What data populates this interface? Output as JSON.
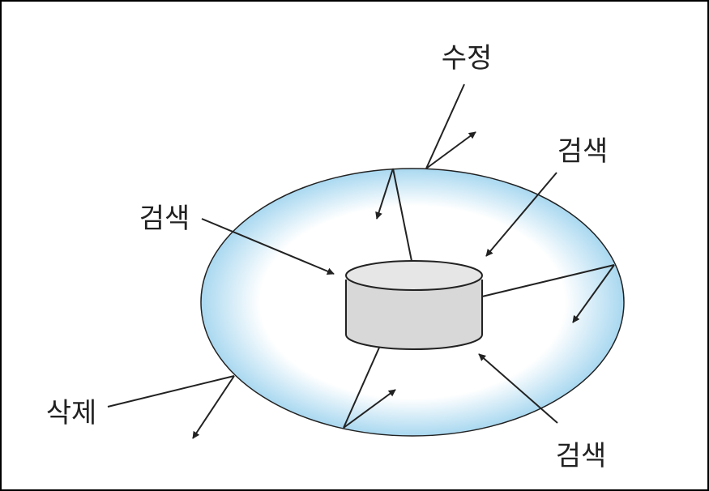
{
  "labels": {
    "top": "수정",
    "right": "검색",
    "left": "검색",
    "bottom_left": "삭제",
    "bottom_right": "검색"
  },
  "colors": {
    "ring_edge": "#a9d8f0",
    "ring_center": "#ffffff",
    "ring_stroke": "#222222",
    "cylinder_body": "#d8d8d8",
    "cylinder_top": "#e6e6e6",
    "line": "#222222",
    "frame": "#000000"
  }
}
